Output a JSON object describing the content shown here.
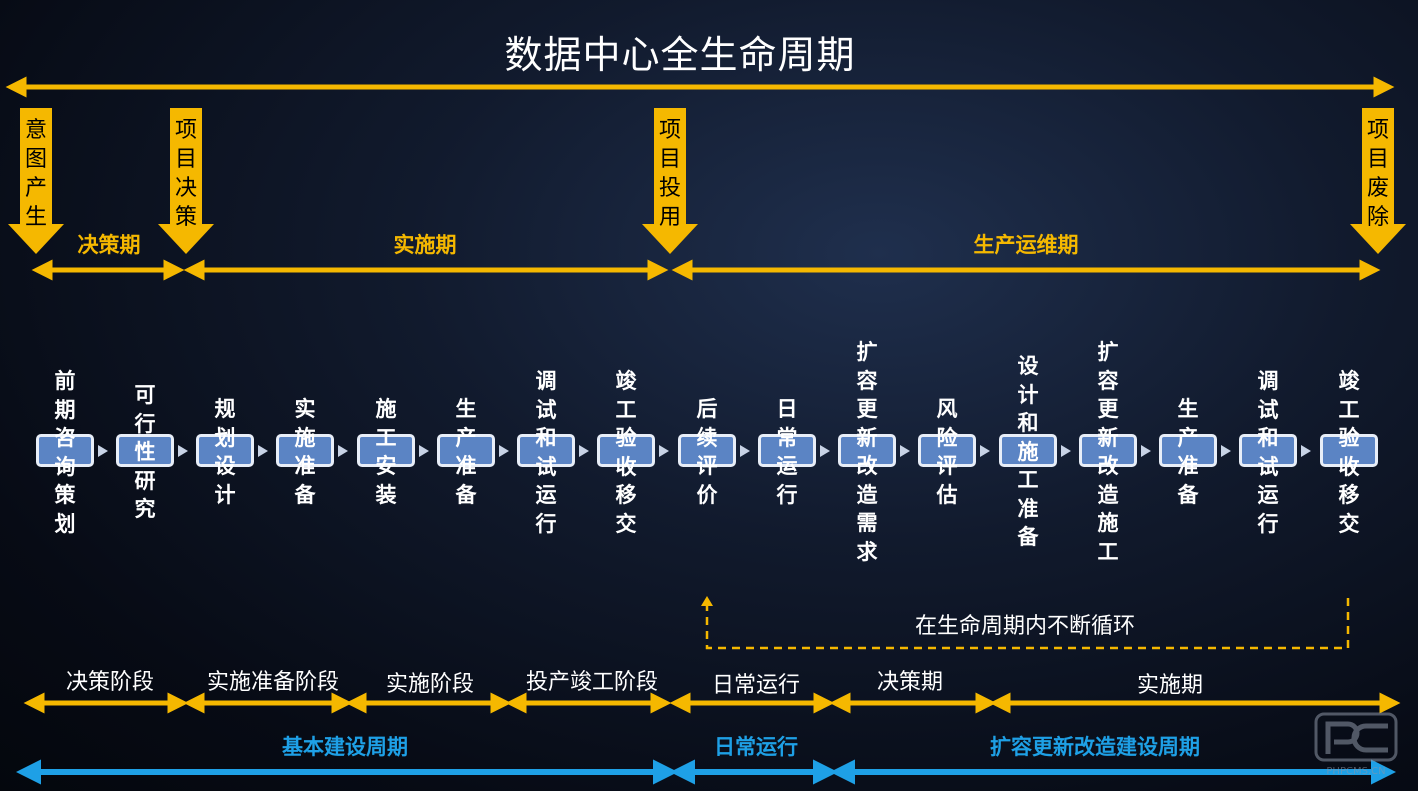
{
  "title": "数据中心全生命周期",
  "milestones": [
    "意图产生",
    "项目决策",
    "项目投用",
    "项目废除"
  ],
  "phases": [
    "决策期",
    "实施期",
    "生产运维期"
  ],
  "steps": [
    "前期咨询策划",
    "可行性研究",
    "规划设计",
    "实施准备",
    "施工安装",
    "生产准备",
    "调试和试运行",
    "竣工验收移交",
    "后续评价",
    "日常运行",
    "扩容更新改造需求",
    "风险评估",
    "设计和施工准备",
    "扩容更新改造施工",
    "生产准备",
    "调试和试运行",
    "竣工验收移交"
  ],
  "loop_label": "在生命周期内不断循环",
  "stages": [
    "决策阶段",
    "实施准备阶段",
    "实施阶段",
    "投产竣工阶段",
    "日常运行",
    "决策期",
    "实施期"
  ],
  "cycles": [
    "基本建设周期",
    "日常运行",
    "扩容更新改造建设周期"
  ],
  "watermark": "PHPCMS.CN",
  "colors": {
    "accent": "#f5b800",
    "step_box": "#5b84c4",
    "cycle": "#1ea0e6"
  }
}
